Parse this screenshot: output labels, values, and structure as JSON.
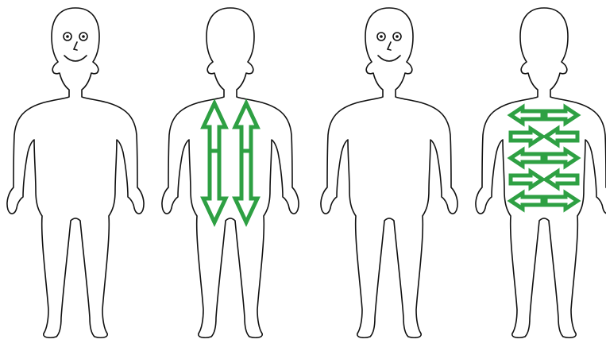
{
  "figures": [
    {
      "id": "front-left",
      "face": true,
      "arrows": "none"
    },
    {
      "id": "back-vertical",
      "face": false,
      "arrows": "vertical"
    },
    {
      "id": "front-right",
      "face": true,
      "arrows": "none"
    },
    {
      "id": "back-horizontal",
      "face": false,
      "arrows": "horizontal"
    }
  ],
  "vertical_arrows": {
    "count": 4,
    "directions": [
      "up",
      "up",
      "down",
      "down"
    ]
  },
  "horizontal_arrows": {
    "count": 10,
    "rows": 5,
    "directions_per_row": [
      [
        "left",
        "right"
      ],
      [
        "right",
        "left"
      ],
      [
        "left",
        "right"
      ],
      [
        "right",
        "left"
      ],
      [
        "left",
        "right"
      ]
    ]
  },
  "colors": {
    "background": "#ffffff",
    "outline": "#111111",
    "arrow_stroke": "#2ea043",
    "arrow_fill": "#ffffff"
  },
  "icons": [
    "child-outline",
    "smiley-face",
    "double-arrow"
  ]
}
